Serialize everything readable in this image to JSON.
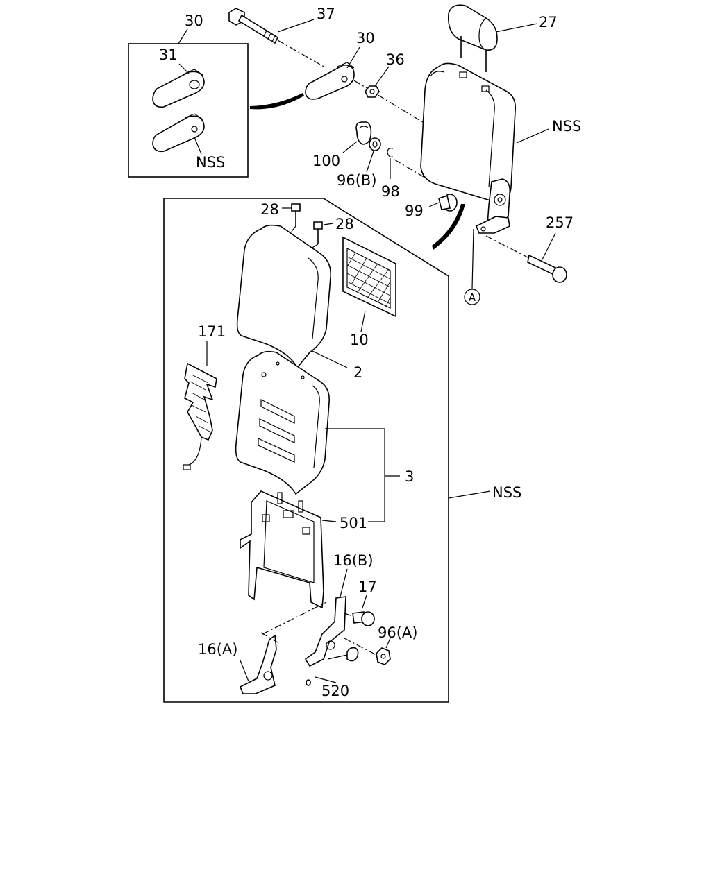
{
  "callouts": {
    "p37": "37",
    "p30_box": "30",
    "p30": "30",
    "p31": "31",
    "p36": "36",
    "p27": "27",
    "nss_backrest": "NSS",
    "nss_inset": "NSS",
    "p100": "100",
    "p96b": "96(B)",
    "p98": "98",
    "p99": "99",
    "p257": "257",
    "ref_a": "A",
    "p28_left": "28",
    "p28_right": "28",
    "p10": "10",
    "p171": "171",
    "p2": "2",
    "p3": "3",
    "nss_assembly": "NSS",
    "p501": "501",
    "p16b": "16(B)",
    "p17": "17",
    "p96a": "96(A)",
    "p16a": "16(A)",
    "p520": "520"
  },
  "colors": {
    "ink": "#000000",
    "paper": "#ffffff"
  }
}
